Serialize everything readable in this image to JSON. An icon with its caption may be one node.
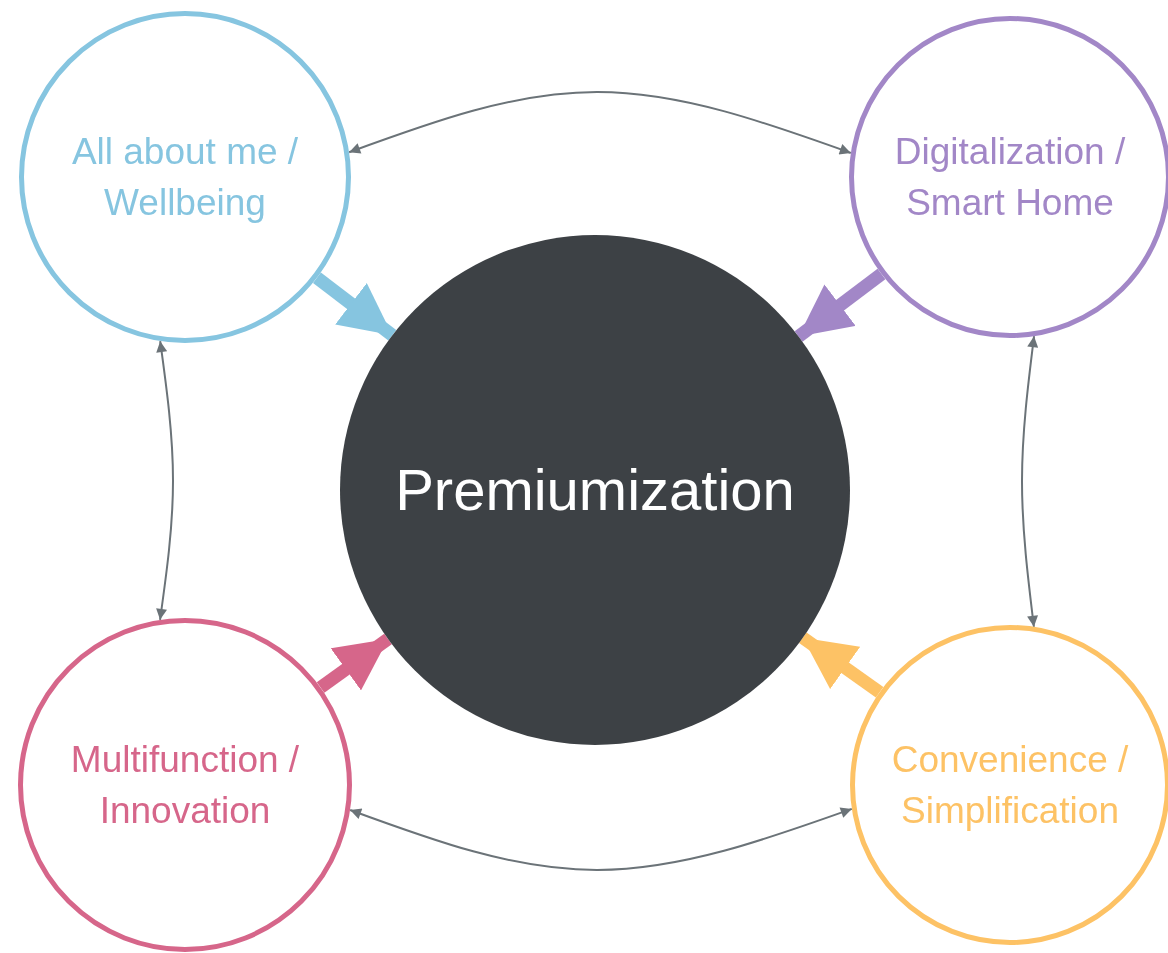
{
  "diagram": {
    "nodes": [
      {
        "text": [
          "Premiumization"
        ]
      },
      {
        "text": [
          "All about me / Wellbeing"
        ]
      },
      {
        "text": [
          "Digitalization / Smart Home"
        ]
      },
      {
        "text": [
          "Multifunction / Innovation"
        ]
      },
      {
        "text": [
          "Convenience / Simplification"
        ]
      }
    ],
    "edges": [
      {
        "from": 1,
        "to": 0,
        "arrow": "to",
        "style": "thick",
        "color": "#86c5e0"
      },
      {
        "from": 2,
        "to": 0,
        "arrow": "to",
        "style": "thick",
        "color": "#a287c7"
      },
      {
        "from": 3,
        "to": 0,
        "arrow": "to",
        "style": "thick",
        "color": "#d6668a"
      },
      {
        "from": 4,
        "to": 0,
        "arrow": "to",
        "style": "thick",
        "color": "#fdc265"
      },
      {
        "from": 1,
        "to": 2,
        "arrow": "both",
        "color": "#6b7378"
      },
      {
        "from": 1,
        "to": 3,
        "arrow": "both",
        "color": "#6b7378"
      },
      {
        "from": 2,
        "to": 4,
        "arrow": "both",
        "color": "#6b7378"
      },
      {
        "from": 3,
        "to": 4,
        "arrow": "both",
        "color": "#6b7378"
      }
    ]
  }
}
